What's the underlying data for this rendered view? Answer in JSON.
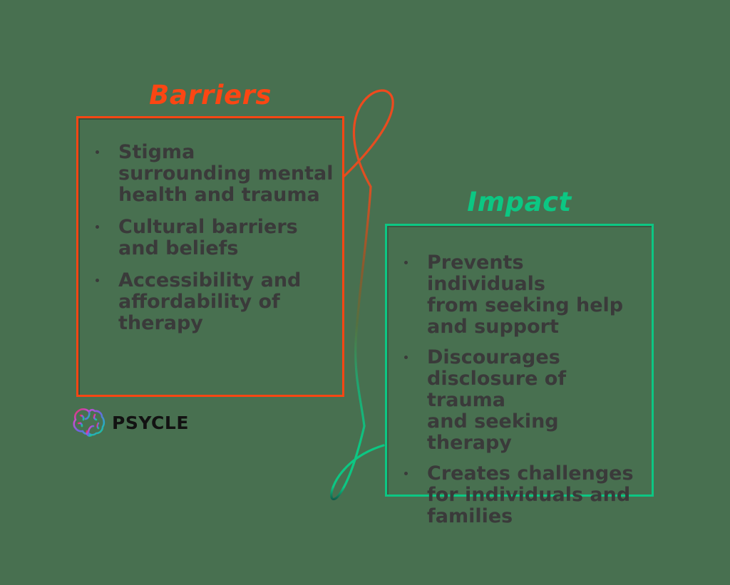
{
  "canvas": {
    "background_color": "#487050",
    "text_color": "#3A3A3A"
  },
  "barriers": {
    "title": "Barriers",
    "accent_color": "#FB4613",
    "items": [
      "Stigma\nsurrounding mental\nhealth and trauma",
      "Cultural barriers\nand beliefs",
      "Accessibility and\naffordability of\ntherapy"
    ]
  },
  "impact": {
    "title": "Impact",
    "accent_color": "#0CC783",
    "items": [
      "Prevents individuals\nfrom seeking help\nand support",
      "Discourages\ndisclosure of trauma\nand seeking therapy",
      "Creates challenges\nfor individuals and\nfamilies"
    ]
  },
  "connector": {
    "icon": "thread-loop-connector",
    "top_color": "#F4481C",
    "mid_color": "#6B6234",
    "bottom_color": "#0CC783",
    "tip_color": "#14222B"
  },
  "logo": {
    "icon": "brain-icon",
    "text": "PSYCLE",
    "text_color": "#121212",
    "gradient": [
      "#E0315B",
      "#C44DD0",
      "#7061E0",
      "#2FA3C9",
      "#18C98A"
    ]
  }
}
